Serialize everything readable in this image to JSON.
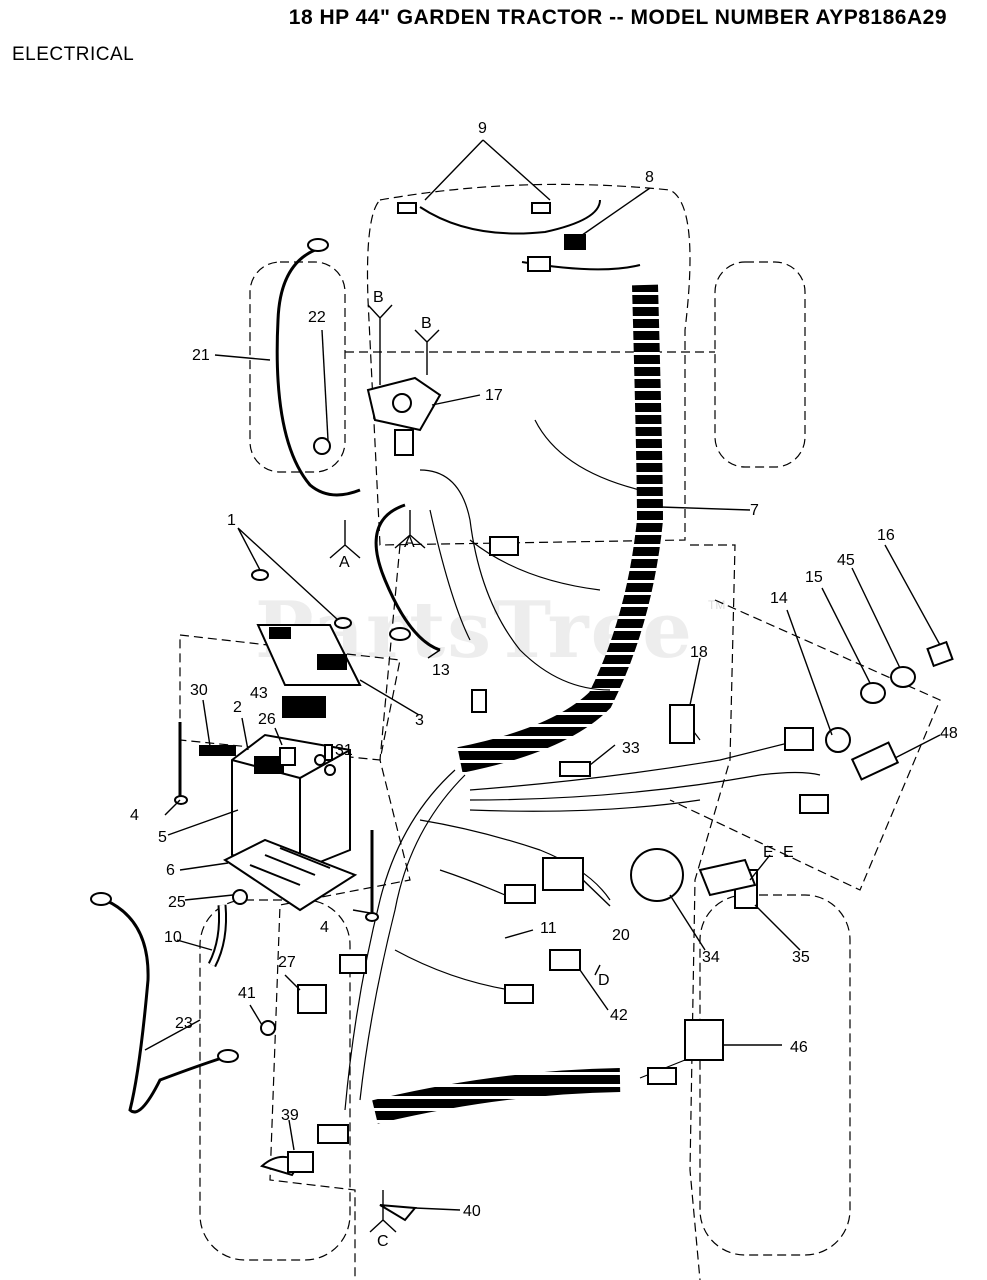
{
  "header": {
    "title": "18 HP 44\" GARDEN TRACTOR -- MODEL NUMBER AYP8186A29",
    "section": "ELECTRICAL"
  },
  "watermark": {
    "text": "PartsTree",
    "mark": "TM"
  },
  "callouts": {
    "c1": "1",
    "c2": "2",
    "c3": "3",
    "c4a": "4",
    "c4b": "4",
    "c5": "5",
    "c6": "6",
    "c7": "7",
    "c8": "8",
    "c9": "9",
    "c10": "10",
    "c11": "11",
    "c13": "13",
    "c14": "14",
    "c15": "15",
    "c16": "16",
    "c17": "17",
    "c18": "18",
    "c20": "20",
    "c21": "21",
    "c22": "22",
    "c23": "23",
    "c25": "25",
    "c26": "26",
    "c27": "27",
    "c30": "30",
    "c31": "31",
    "c33": "33",
    "c34": "34",
    "c35": "35",
    "c39": "39",
    "c40": "40",
    "c41": "41",
    "c42": "42",
    "c43": "43",
    "c45": "45",
    "c46": "46",
    "c48": "48"
  },
  "ground_refs": {
    "a1": "A",
    "a2": "A",
    "b1": "B",
    "b2": "B",
    "c": "C",
    "d": "D",
    "e1": "E",
    "e2": "E"
  }
}
